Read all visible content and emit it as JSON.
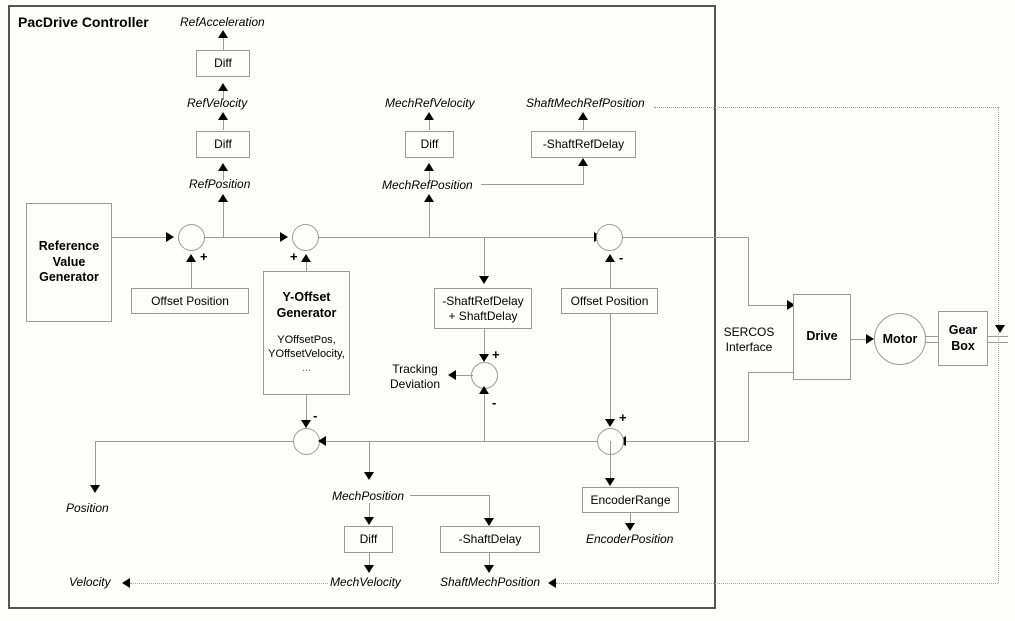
{
  "diagram": {
    "title": "PacDrive Controller",
    "blocks": {
      "reference_value_generator": "Reference\nValue\nGenerator",
      "reference_value_generator_lines": [
        "Reference",
        "Value",
        "Generator"
      ],
      "offset_position_1": "Offset Position",
      "offset_position_2": "Offset Position",
      "y_offset_generator_title_lines": [
        "Y-Offset",
        "Generator"
      ],
      "y_offset_generator_body_lines": [
        "YOffsetPos,",
        "YOffsetVelocity,",
        "..."
      ],
      "diff_ref_acceleration": "Diff",
      "diff_ref_velocity": "Diff",
      "diff_mech_ref_velocity": "Diff",
      "diff_mech_velocity": "Diff",
      "shaft_ref_delay": "-ShaftRefDelay",
      "shaft_delay": "-ShaftDelay",
      "shaft_ref_delay_plus_shaft_delay_lines": [
        "-ShaftRefDelay",
        "+ ShaftDelay"
      ],
      "encoder_range": "EncoderRange",
      "drive": "Drive",
      "motor": "Motor",
      "gear_box_lines": [
        "Gear",
        "Box"
      ],
      "sercos_interface_lines": [
        "SERCOS",
        "Interface"
      ]
    },
    "signals": {
      "ref_acceleration": "RefAcceleration",
      "ref_velocity": "RefVelocity",
      "ref_position": "RefPosition",
      "mech_ref_velocity": "MechRefVelocity",
      "mech_ref_position": "MechRefPosition",
      "shaft_mech_ref_position": "ShaftMechRefPosition",
      "tracking_deviation_lines": [
        "Tracking",
        "Deviation"
      ],
      "position": "Position",
      "velocity": "Velocity",
      "mech_position": "MechPosition",
      "mech_velocity": "MechVelocity",
      "shaft_mech_position": "ShaftMechPosition",
      "encoder_position": "EncoderPosition"
    },
    "signs": {
      "sum1_plus": "+",
      "sum2_plus": "+",
      "sum3_minus": "-",
      "sum_track_plus": "+",
      "sum_track_minus": "-",
      "sum_bottom_left_minus": "-",
      "sum_bottom_right_plus": "+"
    },
    "colors": {
      "background": "#fdfdfa",
      "line": "#9a9a9a",
      "border": "#555555",
      "dotted": "#9aa0a6",
      "text": "#000000"
    }
  }
}
